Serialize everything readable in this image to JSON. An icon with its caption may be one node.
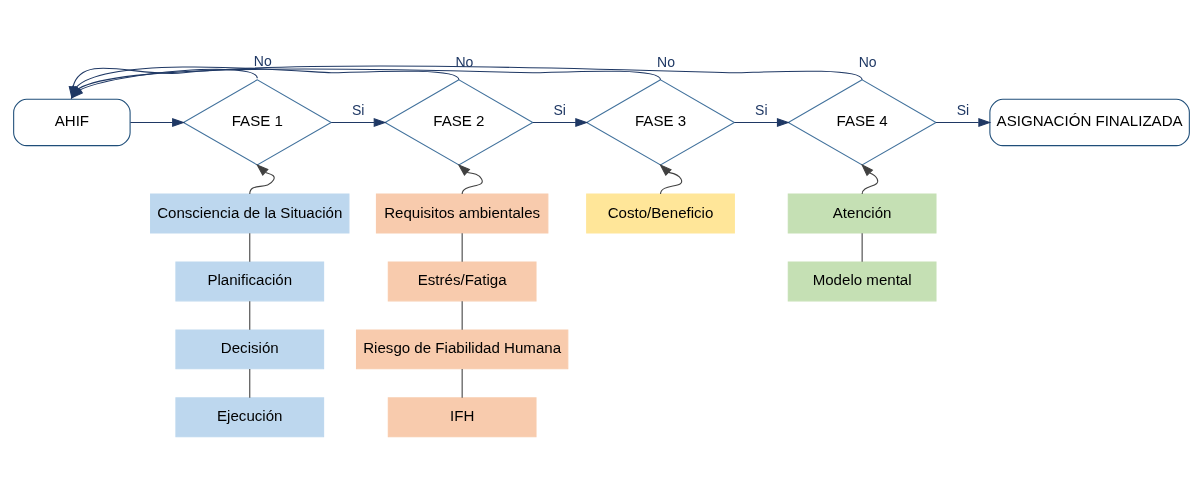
{
  "diagram": {
    "nodes": [
      {
        "text": [
          "AHIF"
        ]
      },
      {
        "text": [
          "FASE 1"
        ]
      },
      {
        "text": [
          "FASE 2"
        ]
      },
      {
        "text": [
          "FASE 3"
        ]
      },
      {
        "text": [
          "FASE 4"
        ]
      },
      {
        "text": [
          "ASIGNACIÓN FINALIZADA"
        ]
      },
      {
        "text": [
          "Consciencia de la Situación"
        ]
      },
      {
        "text": [
          "Planificación"
        ]
      },
      {
        "text": [
          "Decisión"
        ]
      },
      {
        "text": [
          "Ejecución"
        ]
      },
      {
        "text": [
          "Requisitos ambientales"
        ]
      },
      {
        "text": [
          "Estrés/Fatiga"
        ]
      },
      {
        "text": [
          "Riesgo de Fiabilidad Humana"
        ]
      },
      {
        "text": [
          "IFH"
        ]
      },
      {
        "text": [
          "Costo/Beneficio"
        ]
      },
      {
        "text": [
          "Atención"
        ]
      },
      {
        "text": [
          "Modelo mental"
        ]
      }
    ],
    "edges": [
      {
        "from": 0,
        "to": 1,
        "arrow": "to",
        "color": "#1f3864"
      },
      {
        "from": 1,
        "to": 2,
        "arrow": "to",
        "label": "Si",
        "color": "#1f3864"
      },
      {
        "from": 2,
        "to": 3,
        "arrow": "to",
        "label": "Si",
        "color": "#1f3864"
      },
      {
        "from": 3,
        "to": 4,
        "arrow": "to",
        "label": "Si",
        "color": "#1f3864"
      },
      {
        "from": 4,
        "to": 5,
        "arrow": "to",
        "label": "Si",
        "color": "#1f3864"
      },
      {
        "from": 1,
        "to": 0,
        "arrow": "to",
        "label": "No",
        "color": "#1f3864"
      },
      {
        "from": 2,
        "to": 0,
        "arrow": "to",
        "label": "No",
        "color": "#1f3864"
      },
      {
        "from": 3,
        "to": 0,
        "arrow": "to",
        "label": "No",
        "color": "#1f3864"
      },
      {
        "from": 4,
        "to": 0,
        "arrow": "to",
        "label": "No",
        "color": "#1f3864"
      },
      {
        "from": 6,
        "to": 1,
        "arrow": "to"
      },
      {
        "from": 10,
        "to": 2,
        "arrow": "to"
      },
      {
        "from": 14,
        "to": 3,
        "arrow": "to"
      },
      {
        "from": 15,
        "to": 4,
        "arrow": "to"
      },
      {
        "from": 6,
        "to": 7,
        "arrow": "none"
      },
      {
        "from": 7,
        "to": 8,
        "arrow": "none"
      },
      {
        "from": 8,
        "to": 9,
        "arrow": "none"
      },
      {
        "from": 10,
        "to": 11,
        "arrow": "none"
      },
      {
        "from": 11,
        "to": 12,
        "arrow": "none"
      },
      {
        "from": 12,
        "to": 13,
        "arrow": "none"
      },
      {
        "from": 15,
        "to": 16,
        "arrow": "none"
      }
    ]
  }
}
